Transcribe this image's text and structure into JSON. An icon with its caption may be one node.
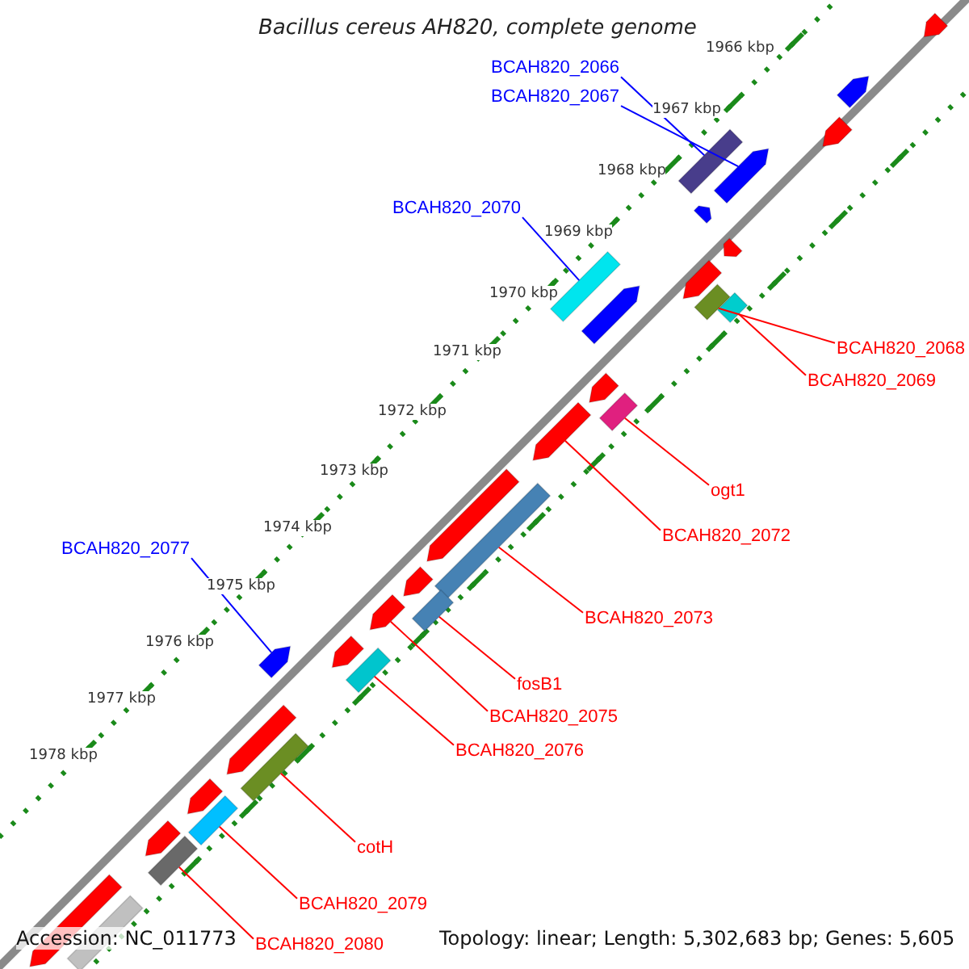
{
  "diagram": {
    "title": "Bacillus cereus AH820, complete genome",
    "nodes": [
      {
        "text": [
          "BCAH820_2066"
        ]
      },
      {
        "text": [],
        "shape": "bar"
      },
      {
        "text": [
          "BCAH820_2067"
        ]
      },
      {
        "text": [],
        "shape": "pentagon"
      },
      {
        "text": [
          "BCAH820_2070"
        ]
      },
      {
        "text": [],
        "shape": "bar"
      },
      {
        "text": [
          "BCAH820_2068"
        ]
      },
      {
        "text": [],
        "shape": "bar"
      },
      {
        "text": [
          "BCAH820_2069"
        ]
      },
      {
        "text": [],
        "shape": "bar"
      },
      {
        "text": [
          "ogt1"
        ]
      },
      {
        "text": [],
        "shape": "bar"
      },
      {
        "text": [
          "BCAH820_2072"
        ]
      },
      {
        "text": [],
        "shape": "pentagon"
      },
      {
        "text": [
          "BCAH820_2073"
        ]
      },
      {
        "text": [],
        "shape": "bar"
      },
      {
        "text": [
          "BCAH820_2077"
        ]
      },
      {
        "text": [],
        "shape": "pentagon"
      },
      {
        "text": [
          "fosB1"
        ]
      },
      {
        "text": [],
        "shape": "bar"
      },
      {
        "text": [
          "BCAH820_2075"
        ]
      },
      {
        "text": [],
        "shape": "pentagon"
      },
      {
        "text": [
          "BCAH820_2076"
        ]
      },
      {
        "text": [],
        "shape": "bar"
      },
      {
        "text": [
          "cotH"
        ]
      },
      {
        "text": [],
        "shape": "bar"
      },
      {
        "text": [
          "BCAH820_2079"
        ]
      },
      {
        "text": [],
        "shape": "bar"
      },
      {
        "text": [
          "BCAH820_2080"
        ]
      },
      {
        "text": [],
        "shape": "bar"
      },
      {
        "text": [],
        "shape": "pentagon"
      },
      {
        "text": [],
        "shape": "pentagon"
      },
      {
        "text": [],
        "shape": "pentagon"
      },
      {
        "text": [],
        "shape": "pentagon"
      },
      {
        "text": [],
        "shape": "pentagon"
      },
      {
        "text": [],
        "shape": "pentagon"
      },
      {
        "text": [],
        "shape": "pentagon"
      },
      {
        "text": [],
        "shape": "pentagon"
      },
      {
        "text": [],
        "shape": "pentagon"
      },
      {
        "text": [],
        "shape": "pentagon"
      },
      {
        "text": [],
        "shape": "pentagon"
      },
      {
        "text": [],
        "shape": "pentagon"
      },
      {
        "text": [],
        "shape": "pentagon"
      },
      {
        "text": [],
        "shape": "pentagon"
      },
      {
        "text": [],
        "shape": "pentagon"
      },
      {
        "text": [],
        "shape": "bar"
      }
    ],
    "edges": [
      {
        "from": 0,
        "to": 1,
        "arrow": "none",
        "color": "#0000ff"
      },
      {
        "from": 2,
        "to": 3,
        "arrow": "none",
        "color": "#0000ff"
      },
      {
        "from": 4,
        "to": 5,
        "arrow": "none",
        "color": "#0000ff"
      },
      {
        "from": 6,
        "to": 7,
        "arrow": "none"
      },
      {
        "from": 8,
        "to": 9,
        "arrow": "none"
      },
      {
        "from": 10,
        "to": 11,
        "arrow": "none"
      },
      {
        "from": 12,
        "to": 13,
        "arrow": "none"
      },
      {
        "from": 14,
        "to": 15,
        "arrow": "none"
      },
      {
        "from": 16,
        "to": 17,
        "arrow": "none",
        "color": "#0000ff"
      },
      {
        "from": 18,
        "to": 19,
        "arrow": "none"
      },
      {
        "from": 20,
        "to": 21,
        "arrow": "none"
      },
      {
        "from": 22,
        "to": 23,
        "arrow": "none"
      },
      {
        "from": 24,
        "to": 25,
        "arrow": "none"
      },
      {
        "from": 26,
        "to": 27,
        "arrow": "none"
      },
      {
        "from": 28,
        "to": 29,
        "arrow": "none"
      }
    ],
    "labels": [
      "1966 kbp",
      "1967 kbp",
      "1968 kbp",
      "1969 kbp",
      "1970 kbp",
      "1971 kbp",
      "1972 kbp",
      "1973 kbp",
      "1974 kbp",
      "1975 kbp",
      "1976 kbp",
      "1977 kbp",
      "1978 kbp",
      "Accession: NC_011773",
      "Topology: linear; Length: 5,302,683 bp; Genes: 5,605"
    ]
  }
}
